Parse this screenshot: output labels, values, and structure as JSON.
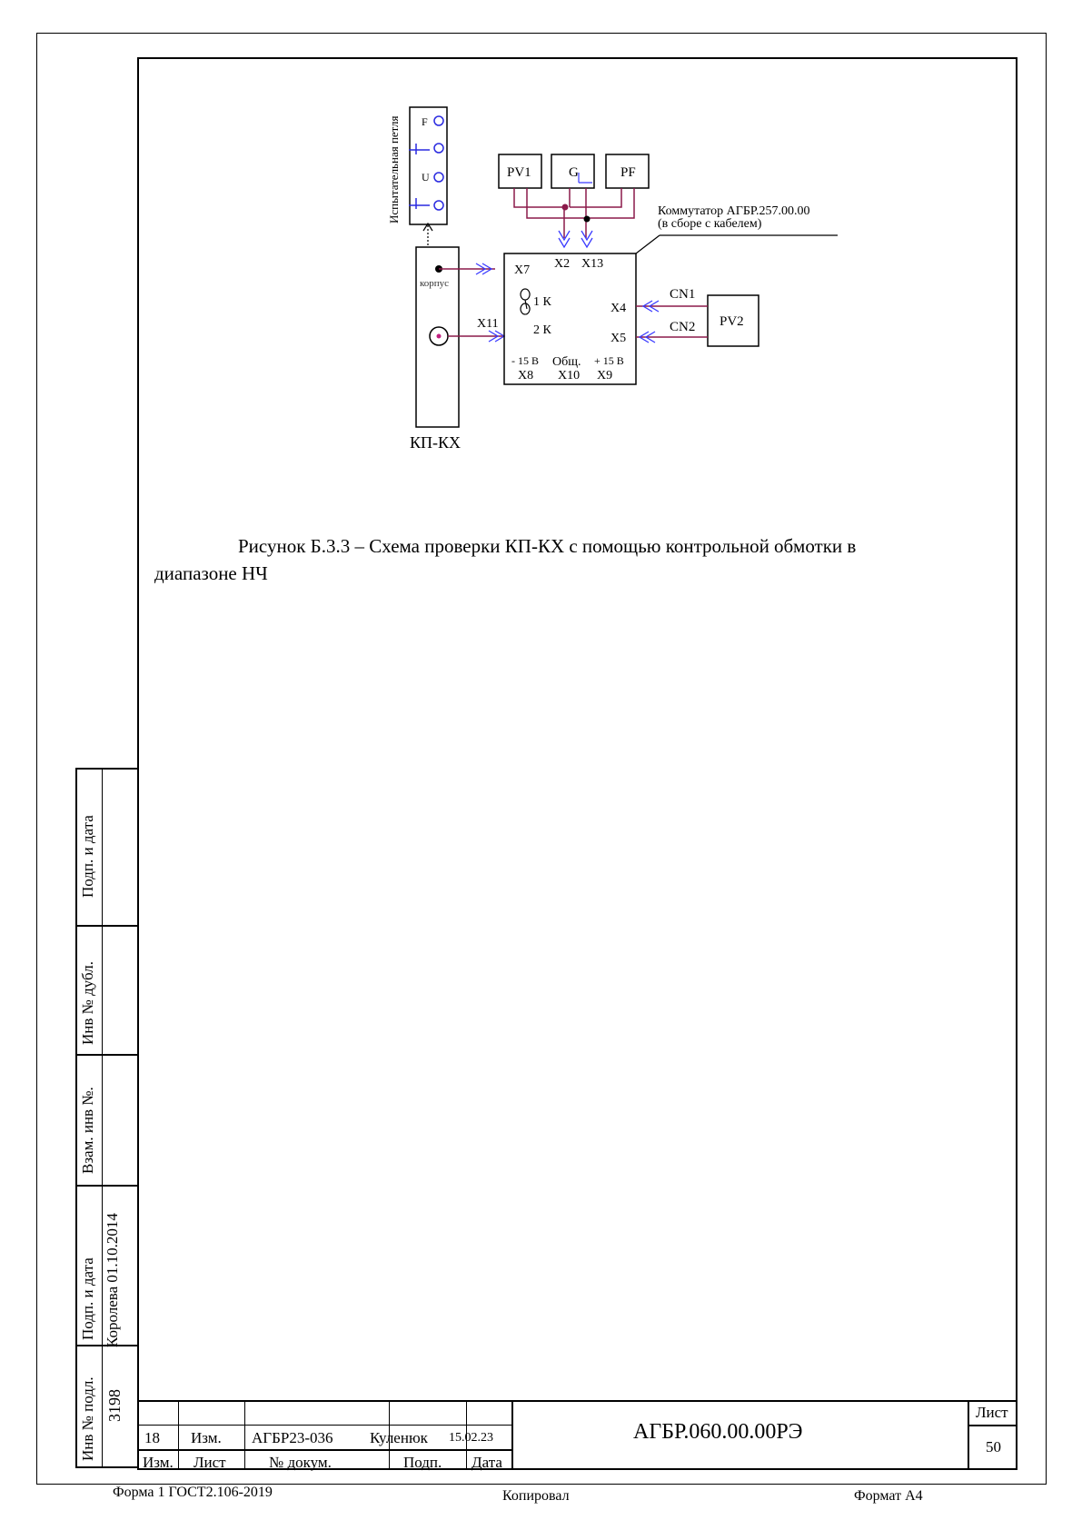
{
  "diagram": {
    "test_loop_label": "Испытательная петля",
    "loop_F": "F",
    "loop_U": "U",
    "pv1": "PV1",
    "g": "G",
    "pf": "PF",
    "pv2": "PV2",
    "commutator_line1": "Коммутатор АГБР.257.00.00",
    "commutator_line2": "(в сборе с кабелем)",
    "x2": "X2",
    "x13": "X13",
    "x7": "X7",
    "x11": "X11",
    "x4": "X4",
    "x5": "X5",
    "cn1": "CN1",
    "cn2": "CN2",
    "k1": "1 К",
    "k2": "2 К",
    "minus15": "- 15 В",
    "common": "Общ.",
    "plus15": "+ 15 В",
    "x8": "X8",
    "x10": "X10",
    "x9": "X9",
    "korpus": "корпус",
    "device": "КП-КХ"
  },
  "caption": {
    "line1": "Рисунок Б.3.3 – Схема проверки КП-КХ  с помощью контрольной обмотки  в",
    "line2": "диапазоне НЧ"
  },
  "side_stamp": {
    "podp_data_1": "Подп. и дата",
    "inv_dubl": "Инв № дубл.",
    "vzam_inv": "Взам. инв №.",
    "podp_data_2": "Подп. и дата",
    "koroleva": "Королева 01.10.2014",
    "inv_podl": "Инв № подл.",
    "inv_podl_value": "3198"
  },
  "title_block": {
    "row_num": "18",
    "row_izm": "Изм.",
    "row_doc": "АГБР23-036",
    "row_sign": "Куленюк",
    "row_date": "15.02.23",
    "h_izm": "Изм.",
    "h_list": "Лист",
    "h_docnum": "№ докум.",
    "h_podp": "Подп.",
    "h_data": "Дата",
    "designation": "АГБР.060.00.00РЭ",
    "sheet_label": "Лист",
    "sheet_num": "50"
  },
  "footer": {
    "form": "Форма 1 ГОСТ2.106-2019",
    "copied": "Копировал",
    "format": "Формат А4"
  },
  "colors": {
    "wire": "#8b1a4a",
    "arrow": "#3a3aff",
    "loop": "#2a2ae0"
  }
}
